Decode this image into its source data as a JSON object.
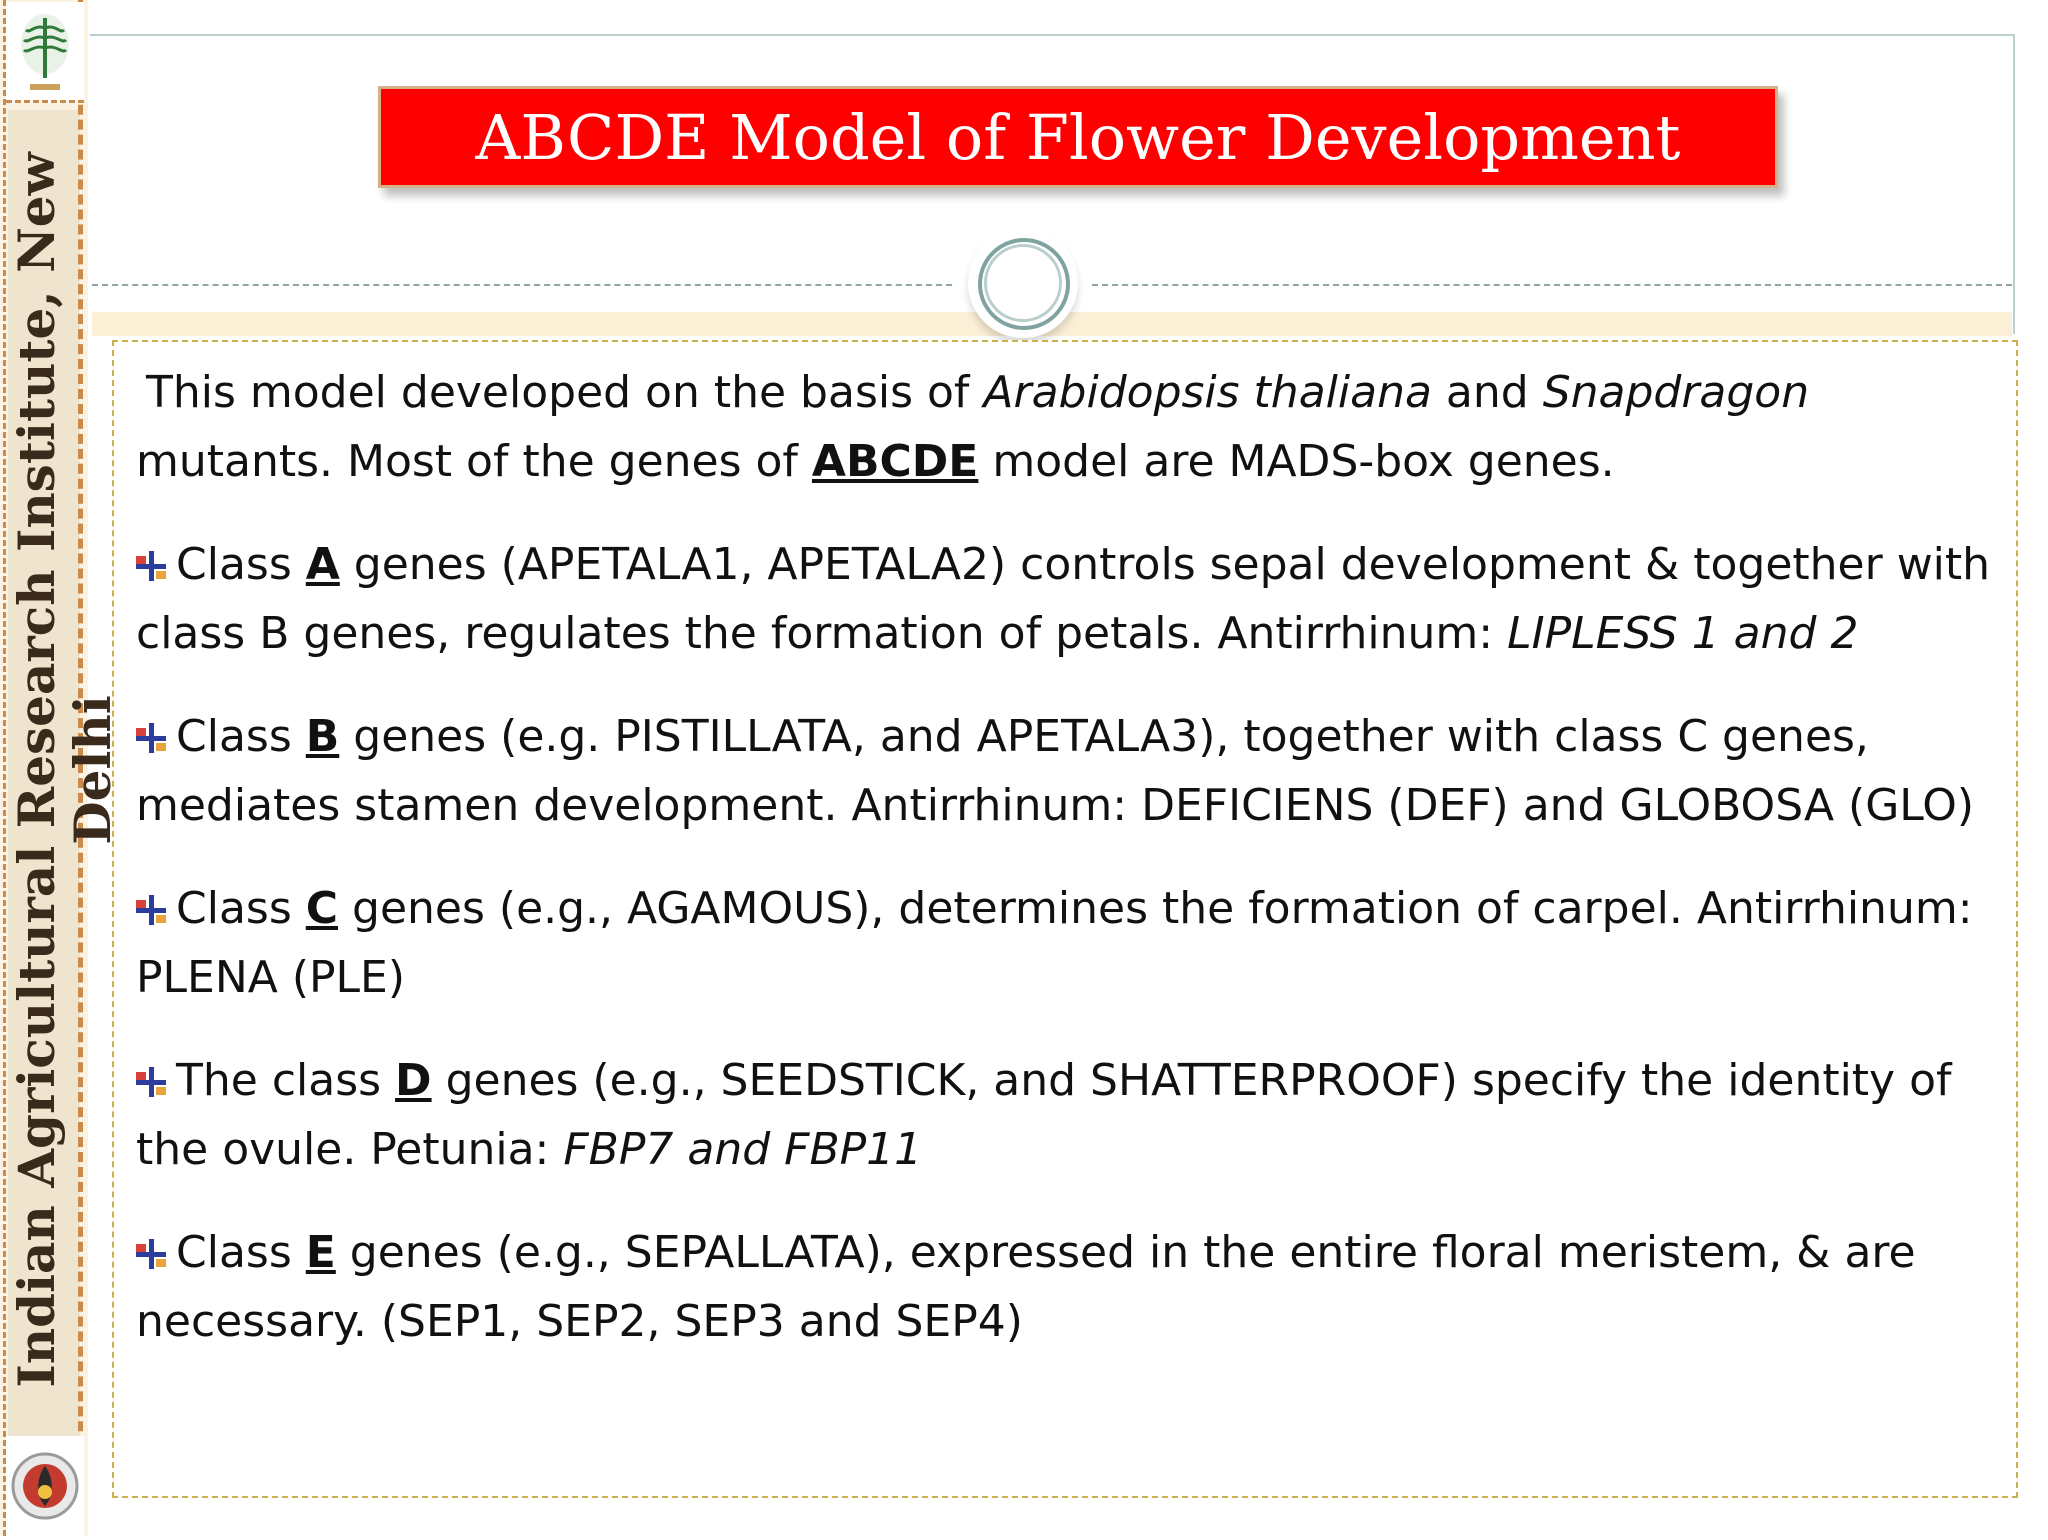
{
  "sidebar": {
    "vertical_text": "Indian Agricultural Research Institute, New Delhi"
  },
  "header": {
    "title": "ABCDE Model of Flower Development"
  },
  "intro": {
    "t1": "This model developed on the basis of ",
    "t2": "Arabidopsis thaliana",
    "t3": " and ",
    "t4": "Snapdragon",
    "t5": " mutants. Most of the genes of ",
    "t6": "ABCDE",
    "t7": " model are MADS-box genes."
  },
  "bullets": [
    {
      "pre": "Class ",
      "letter": "A",
      "text": " genes (APETALA1, APETALA2) controls sepal development & together with class B genes, regulates the formation of petals. Antirrhinum: ",
      "italic": "LIPLESS 1 and 2"
    },
    {
      "pre": "Class ",
      "letter": "B",
      "text": " genes (e.g. PISTILLATA, and APETALA3), together with class C genes, mediates stamen development. Antirrhinum: DEFICIENS (DEF) and GLOBOSA (GLO)",
      "italic": ""
    },
    {
      "pre": "Class ",
      "letter": "C",
      "text": " genes (e.g., AGAMOUS), determines the formation of carpel. Antirrhinum: PLENA (PLE)",
      "italic": ""
    },
    {
      "pre": "The class ",
      "letter": "D",
      "text": " genes (e.g., SEEDSTICK, and SHATTERPROOF) specify the identity of the ovule. Petunia: ",
      "italic": "FBP7 and FBP11"
    },
    {
      "pre": "Class ",
      "letter": "E",
      "text": " genes (e.g., SEPALLATA), expressed in the entire floral meristem, & are necessary. (SEP1, SEP2, SEP3 and SEP4)",
      "italic": ""
    }
  ],
  "icons": {
    "bullet": "plus-bullet-icon",
    "logo_top": "iari-logo-icon",
    "logo_bottom": "emblem-logo-icon"
  },
  "colors": {
    "title_bg": "#ff0000",
    "title_text": "#ffffff",
    "sidebar_dash": "#c98a4c",
    "content_border": "#c9b24a"
  }
}
